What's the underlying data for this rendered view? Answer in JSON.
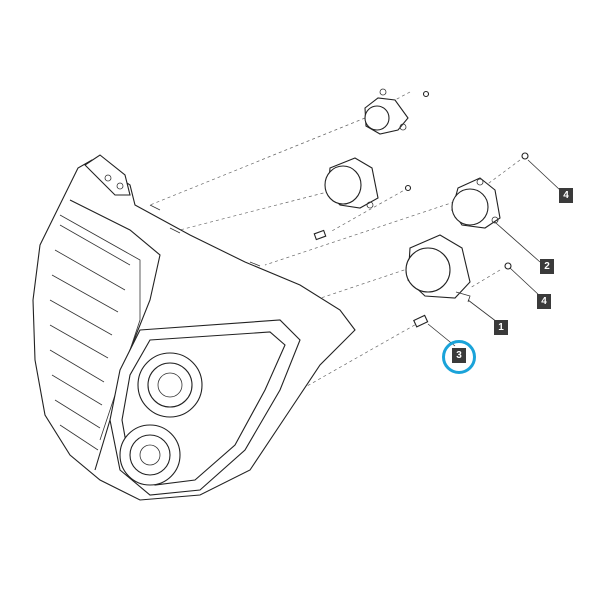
{
  "callouts": {
    "c1": "1",
    "c2": "2",
    "c3": "3",
    "c4a": "4",
    "c4b": "4"
  },
  "highlight_color": "#1aa3d9",
  "callout_bg": "#3a3a3a",
  "highlighted_callout": "3"
}
